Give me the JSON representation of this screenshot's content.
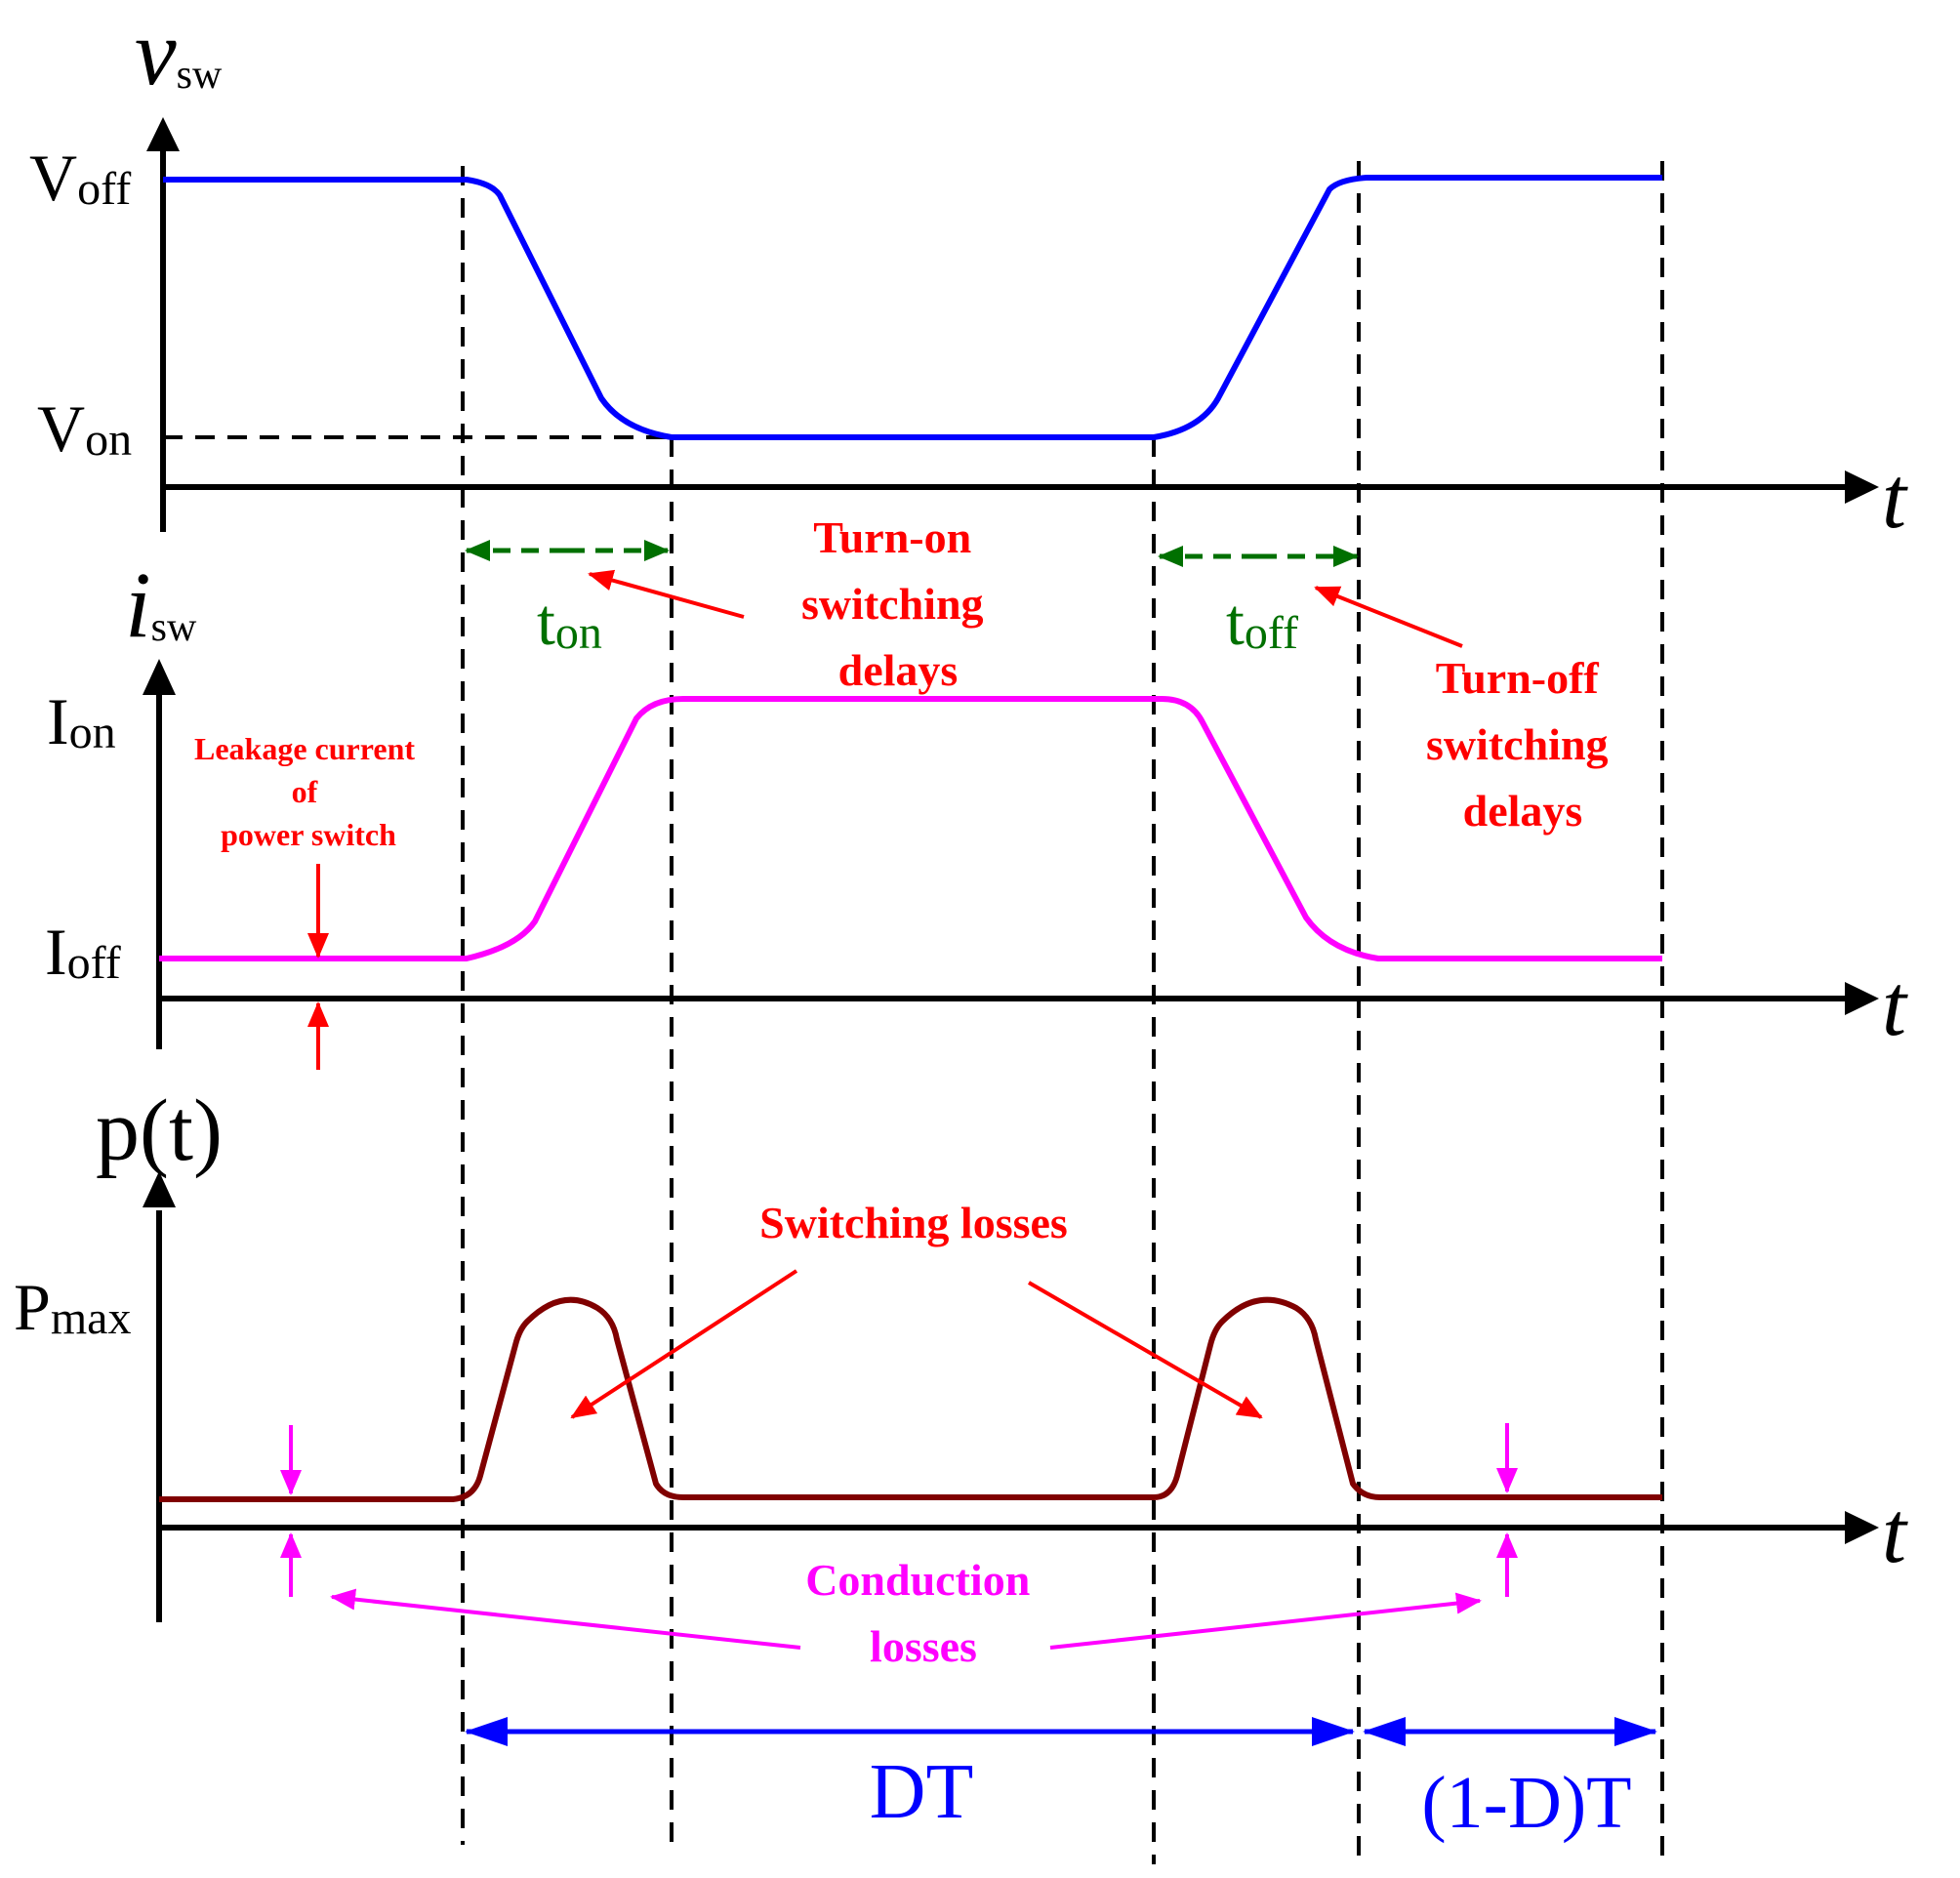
{
  "colors": {
    "axis": "#000000",
    "voltage": "#0000ff",
    "current": "#ff00ff",
    "power": "#800000",
    "annotation_red": "#ff0000",
    "delay_green": "#007000",
    "period_blue": "#0000ff",
    "conduction_magenta": "#ff00ff"
  },
  "axes": {
    "v_label_main": "v",
    "v_label_sub": "sw",
    "i_label_main": "i",
    "i_label_sub": "sw",
    "p_label": "p(t)",
    "time_label": "t"
  },
  "levels": {
    "v_off_main": "V",
    "v_off_sub": "off",
    "v_on_main": "V",
    "v_on_sub": "on",
    "i_on_main": "I",
    "i_on_sub": "on",
    "i_off_main": "I",
    "i_off_sub": "off",
    "p_max_main": "P",
    "p_max_sub": "max"
  },
  "delays": {
    "t_on_main": "t",
    "t_on_sub": "on",
    "t_off_main": "t",
    "t_off_sub": "off"
  },
  "annotations": {
    "turn_on_lines": [
      "Turn-on",
      "switching",
      "delays"
    ],
    "turn_off_lines": [
      "Turn-off",
      "switching",
      "delays"
    ],
    "leakage_lines": [
      "Leakage current",
      "of",
      "power switch"
    ],
    "switching_losses": "Switching losses",
    "conduction_lines": [
      "Conduction",
      "losses"
    ]
  },
  "periods": {
    "duty": "DT",
    "off": "(1-D)T"
  }
}
